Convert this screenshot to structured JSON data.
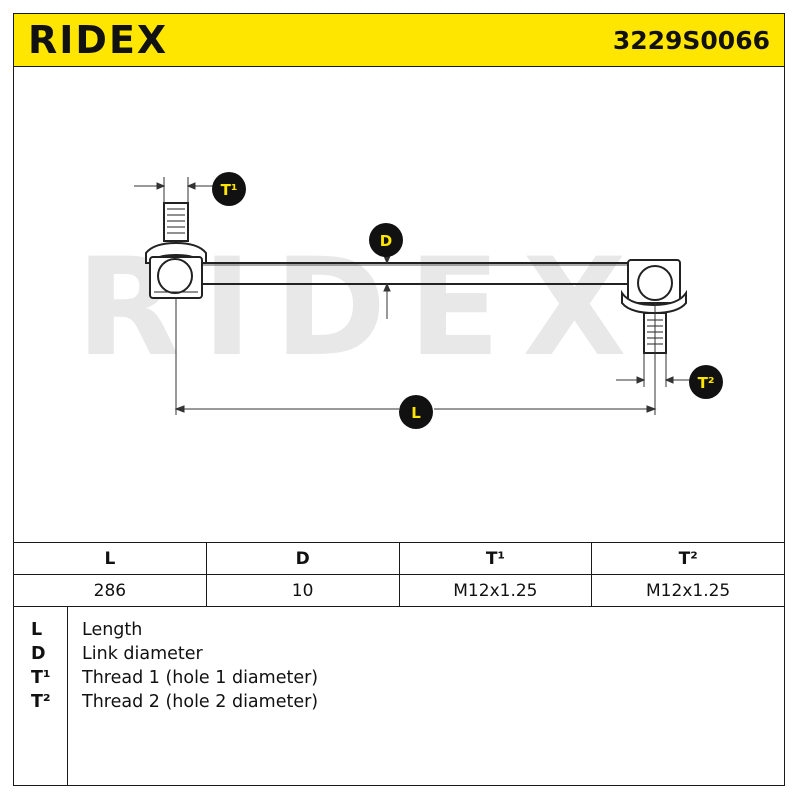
{
  "header": {
    "brand": "RIDEX",
    "part_number": "3229S0066"
  },
  "drawing": {
    "watermark": "RIDEX",
    "callouts": {
      "t1": "T¹",
      "d": "D",
      "l": "L",
      "t2": "T²"
    }
  },
  "specs": {
    "headers": [
      "L",
      "D",
      "T¹",
      "T²"
    ],
    "values": [
      "286",
      "10",
      "M12x1.25",
      "M12x1.25"
    ]
  },
  "legend": [
    {
      "symbol": "L",
      "description": "Length"
    },
    {
      "symbol": "D",
      "description": "Link diameter"
    },
    {
      "symbol": "T¹",
      "description": "Thread 1 (hole 1 diameter)"
    },
    {
      "symbol": "T²",
      "description": "Thread 2 (hole 2 diameter)"
    }
  ],
  "colors": {
    "header_bg": "#ffe600",
    "callout_bg": "#111111",
    "callout_text": "#ffe600",
    "watermark": "#e8e8e8"
  }
}
